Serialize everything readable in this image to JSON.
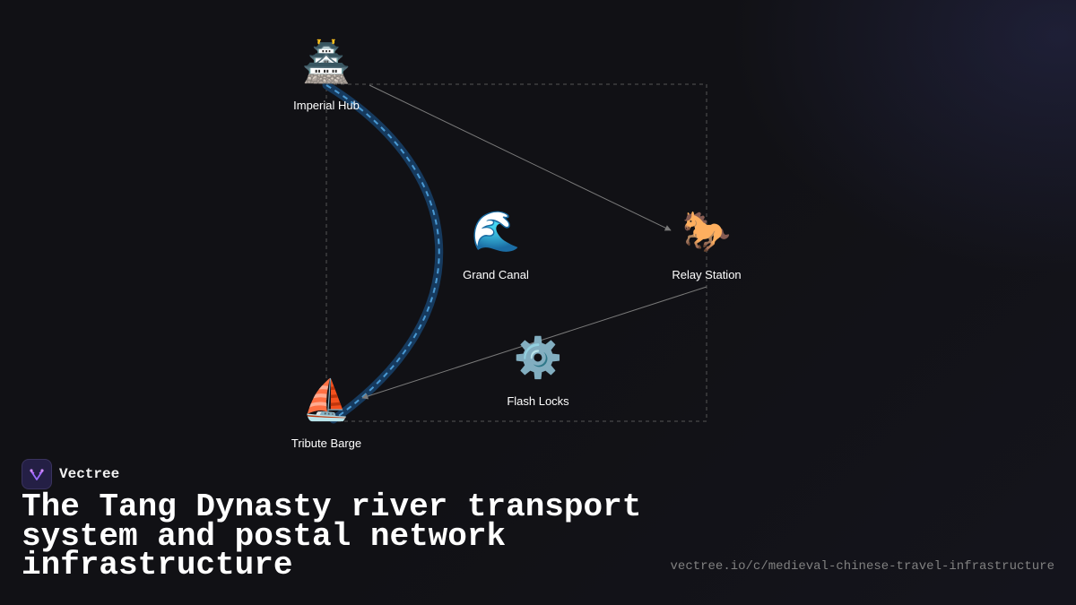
{
  "brand": {
    "name": "Vectree"
  },
  "title": "The Tang Dynasty river transport system and postal network infrastructure",
  "url": "vectree.io/c/medieval-chinese-travel-infrastructure",
  "diagram": {
    "nodes": [
      {
        "id": "imperial-hub",
        "label": "Imperial Hub",
        "icon": "pagoda-castle-icon",
        "glyph": "🏯"
      },
      {
        "id": "grand-canal",
        "label": "Grand Canal",
        "icon": "wave-icon",
        "glyph": "🌊"
      },
      {
        "id": "relay-station",
        "label": "Relay Station",
        "icon": "horse-icon",
        "glyph": "🐎"
      },
      {
        "id": "flash-locks",
        "label": "Flash Locks",
        "icon": "gear-icon",
        "glyph": "⚙️"
      },
      {
        "id": "tribute-barge",
        "label": "Tribute Barge",
        "icon": "sailboat-icon",
        "glyph": "⛵"
      }
    ],
    "edges": [
      {
        "from": "imperial-hub",
        "to": "tribute-barge",
        "style": "canal-route"
      },
      {
        "from": "imperial-hub",
        "to": "relay-station",
        "style": "arrow"
      },
      {
        "from": "relay-station",
        "to": "tribute-barge",
        "style": "arrow"
      }
    ],
    "colors": {
      "canal_outer": "#163a5e",
      "canal_dash": "#4a9ad4",
      "arrow": "#7a7a7a",
      "boundary": "#555555"
    }
  }
}
